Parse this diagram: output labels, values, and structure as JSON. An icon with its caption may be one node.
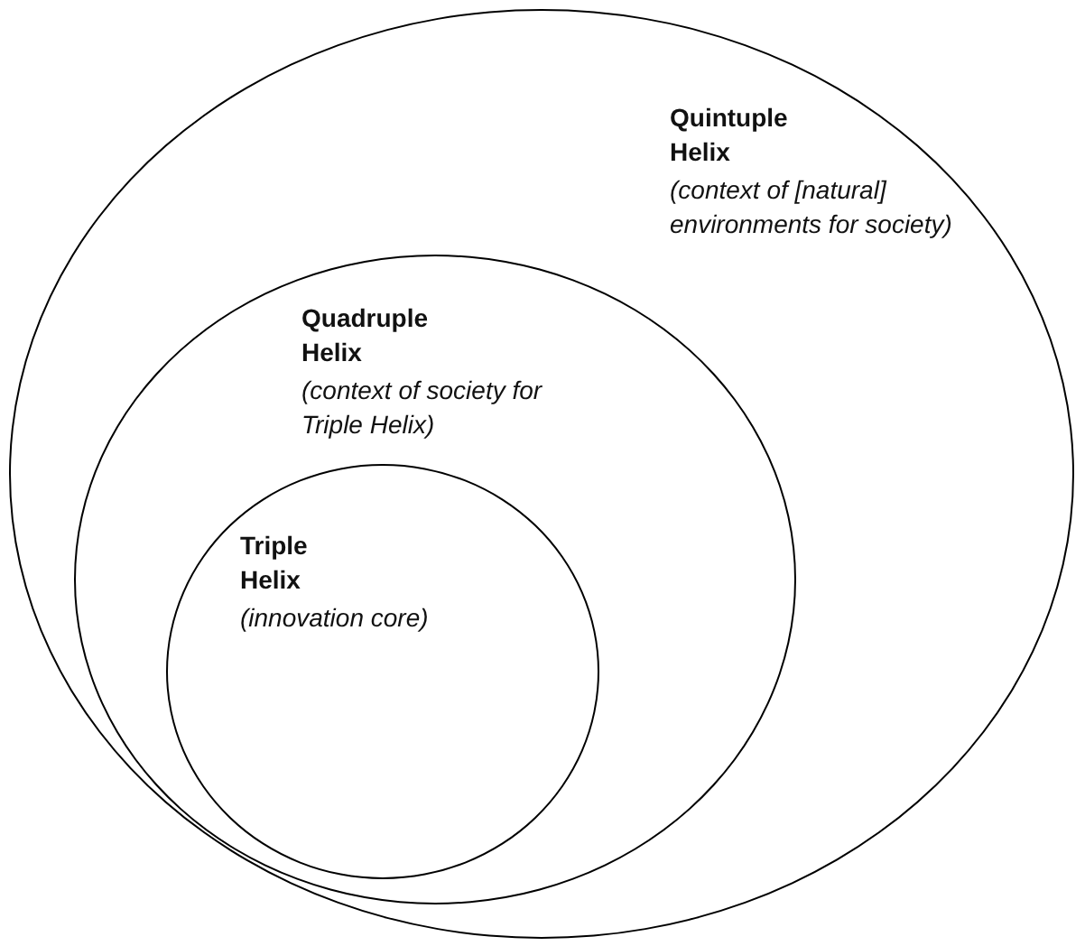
{
  "diagram": {
    "nodes": [
      {
        "text": [
          "Quintuple Helix",
          "(context of [natural] environments for society)"
        ]
      },
      {
        "text": [
          "Quadruple Helix",
          "(context of society for Triple Helix)"
        ],
        "in": 0
      },
      {
        "text": [
          "Triple Helix",
          "(innovation core)"
        ],
        "in": 1
      }
    ]
  }
}
